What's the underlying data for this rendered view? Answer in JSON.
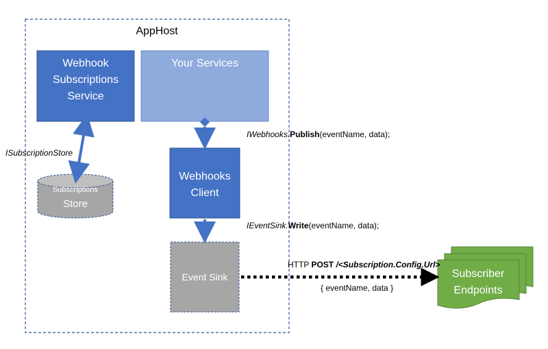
{
  "apphost": {
    "title": "AppHost"
  },
  "webhook_subscriptions_service": {
    "line1": "Webhook",
    "line2": "Subscriptions",
    "line3": "Service"
  },
  "your_services": {
    "label": "Your Services"
  },
  "webhooks_client": {
    "line1": "Webhooks",
    "line2": "Client"
  },
  "event_sink": {
    "label": "Event Sink"
  },
  "subscriptions_store": {
    "line1": "Subscriptions",
    "line2": "Store"
  },
  "subscriber_endpoints": {
    "line1": "Subscriber",
    "line2": "Endpoints"
  },
  "edges": {
    "subscription_store": {
      "text": "ISubscriptionStore"
    },
    "publish": {
      "iface": "IWebhooks.",
      "method": "Publish",
      "args": "(eventName, data);"
    },
    "write": {
      "iface": "IEventSink.",
      "method": "Write",
      "args": "(eventName, data);"
    },
    "http": {
      "prefix": "HTTP ",
      "verb": "POST",
      "path": " /<Subscription.Config.Url>",
      "payload": "{ eventName, data }"
    }
  },
  "colors": {
    "dark_blue": "#4472c4",
    "light_blue": "#8faadc",
    "gray": "#a6a6a6",
    "green": "#70ad47",
    "arrow_blue": "#4472c4",
    "dashed_border": "#2f5597"
  }
}
